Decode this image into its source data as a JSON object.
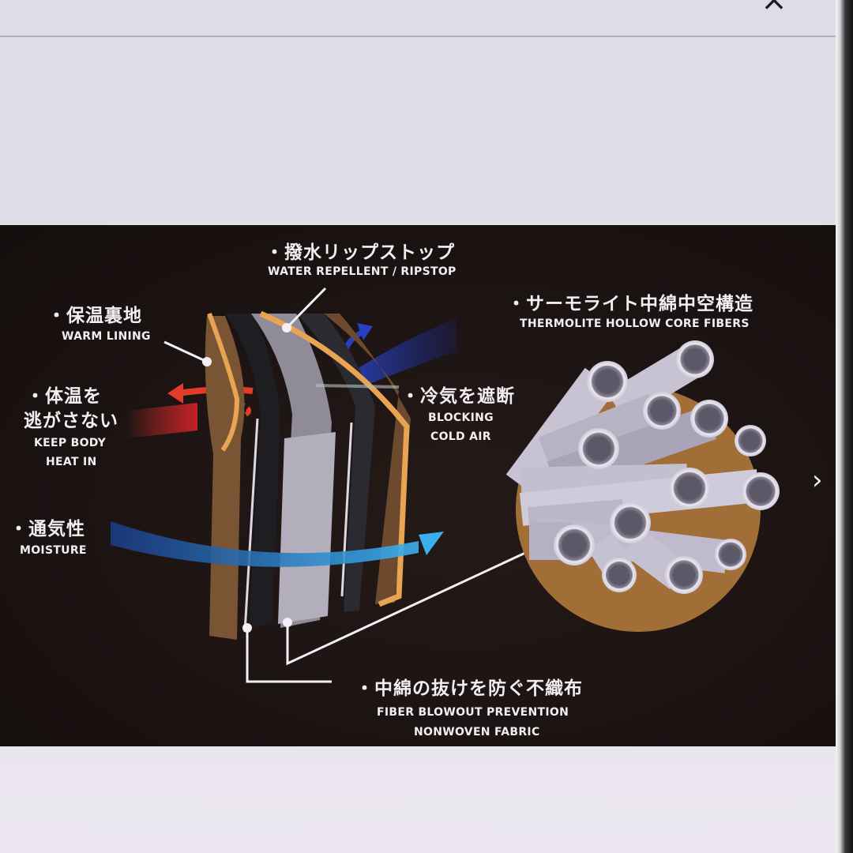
{
  "window": {
    "close_icon": "×"
  },
  "diagram": {
    "labels": {
      "water_repellent": {
        "jp": "・撥水リップストップ",
        "en": "WATER REPELLENT / RIPSTOP"
      },
      "thermolite": {
        "jp": "・サーモライト中綿中空構造",
        "en": "THERMOLITE HOLLOW CORE FIBERS"
      },
      "warm_lining": {
        "jp": "・保温裏地",
        "en": "WARM LINING"
      },
      "keep_heat": {
        "jp1": "・体温を",
        "jp2": "逃がさない",
        "en1": "KEEP BODY",
        "en2": "HEAT IN"
      },
      "blocking": {
        "jp": "・冷気を遮断",
        "en1": "BLOCKING",
        "en2": "COLD AIR"
      },
      "moisture": {
        "jp": "・通気性",
        "en": "MOISTURE"
      },
      "nonwoven": {
        "jp": "・中綿の抜けを防ぐ不織布",
        "en1": "FIBER BLOWOUT PREVENTION",
        "en2": "NONWOVEN FABRIC"
      }
    },
    "colors": {
      "background": "#1a1211",
      "outer_shell": "#e8a452",
      "lining_brown": "#7a5534",
      "fiber_fill": "#9a96a4",
      "heat_arrow": "#e0302a",
      "cold_arrow": "#2a3fb0",
      "moisture_arrow": "#3aa8e8",
      "fiber_circle": "#a26e38"
    }
  },
  "navigation": {
    "next_icon": "›"
  }
}
